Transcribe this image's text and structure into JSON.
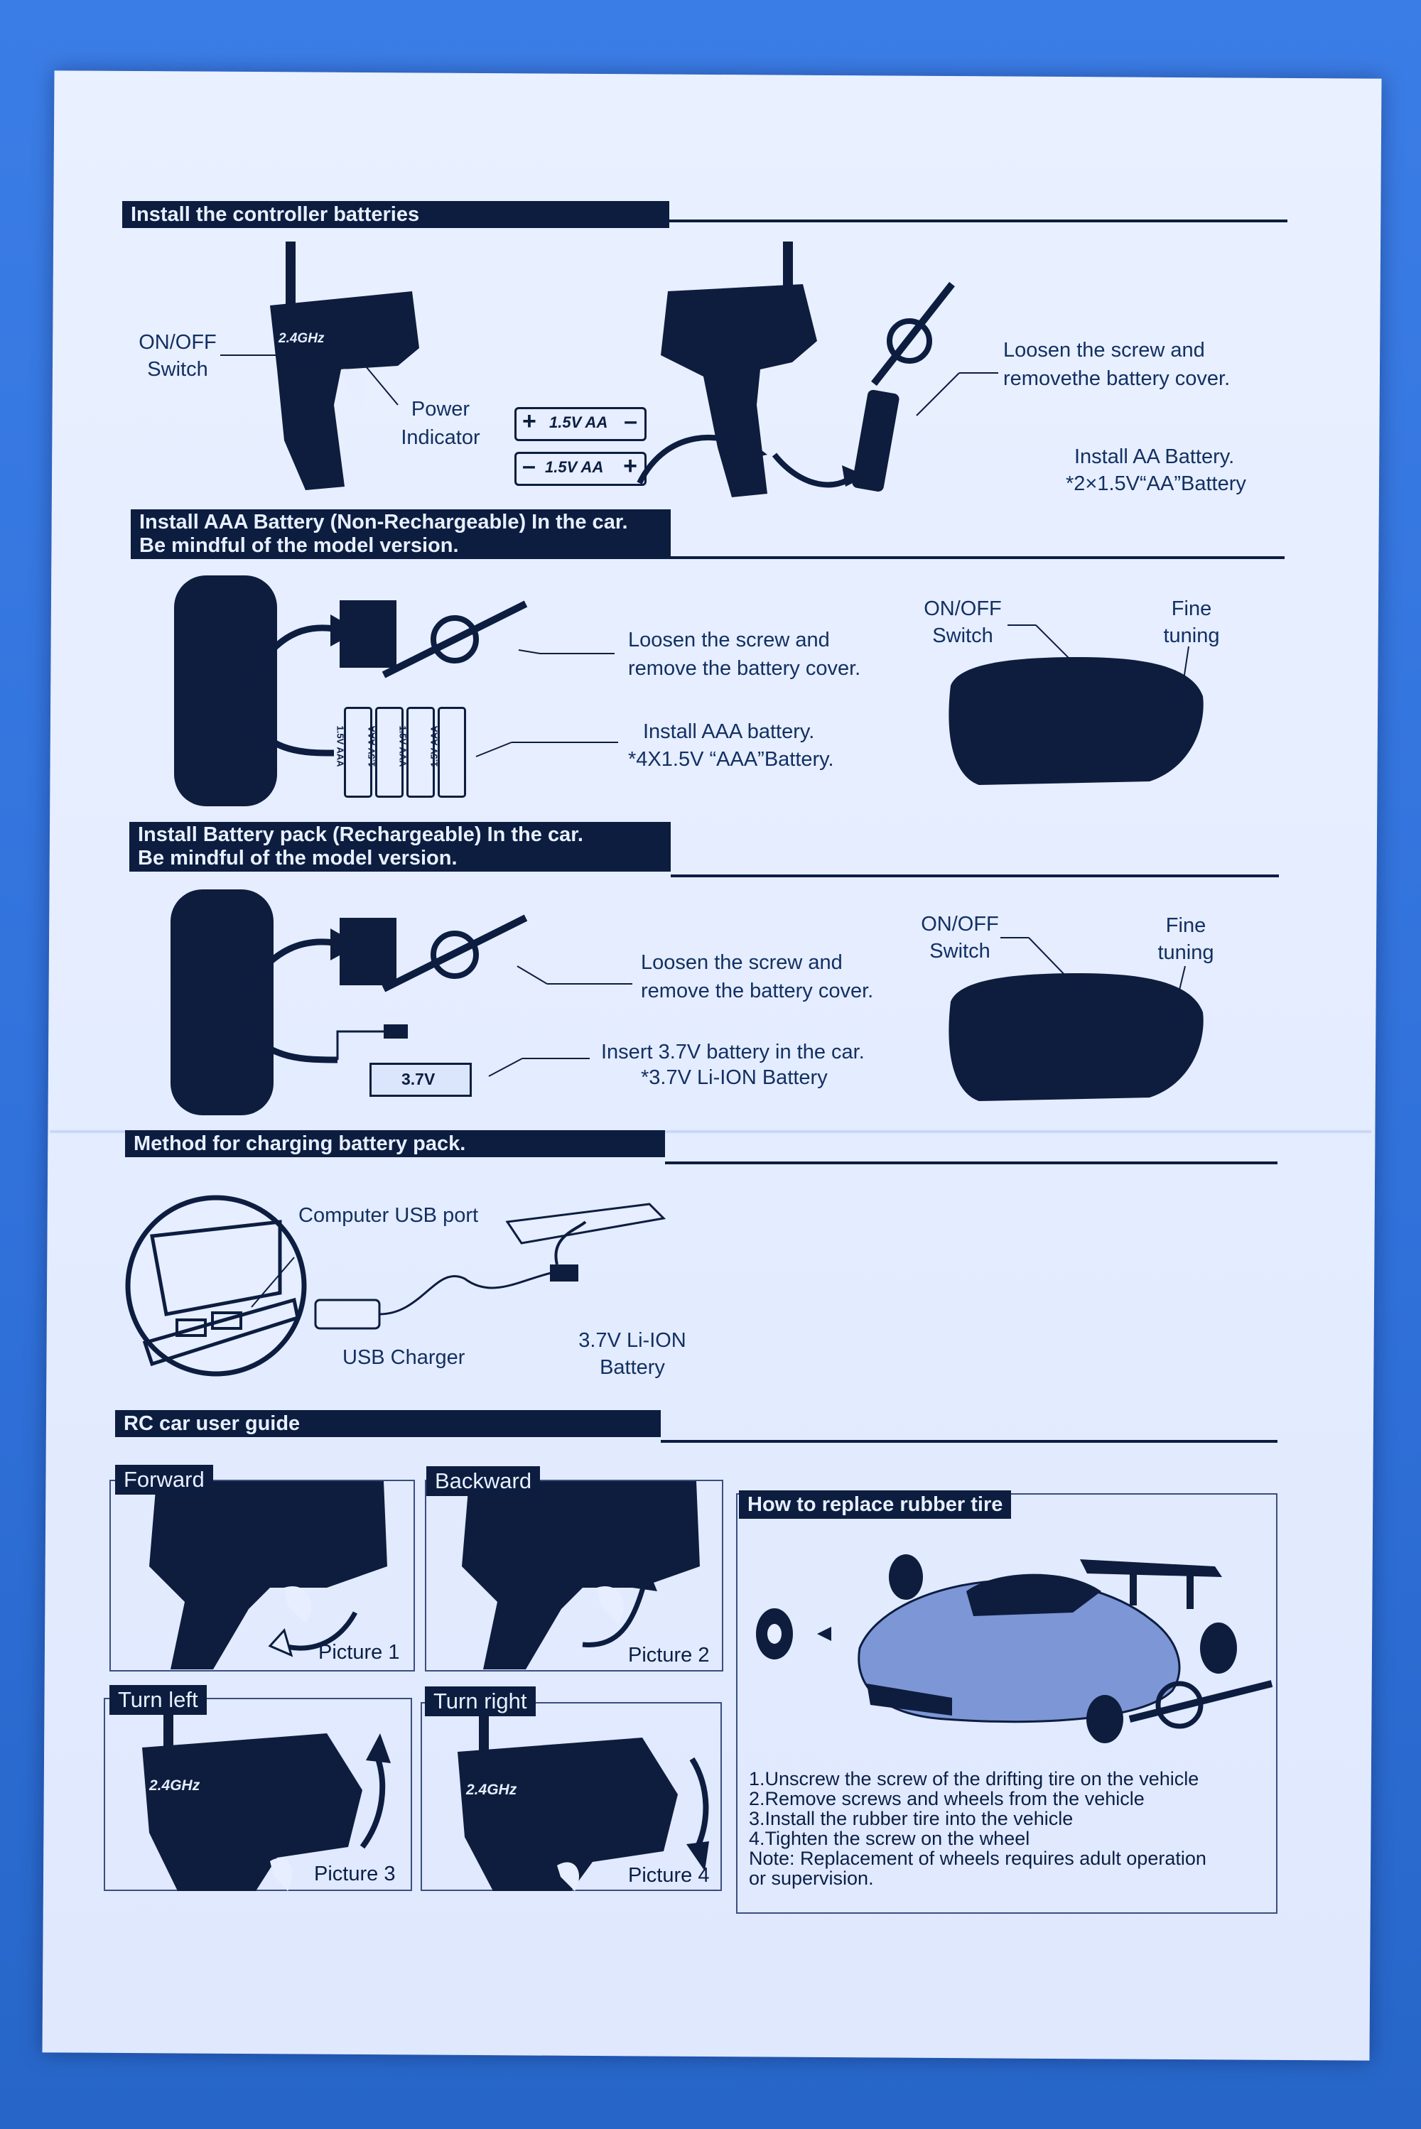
{
  "section1": {
    "header": "Install the controller batteries",
    "onoff": [
      "ON/OFF",
      "Switch"
    ],
    "power": [
      "Power",
      "Indicator"
    ],
    "freq": "2.4GHz",
    "batt_label": "1.5V AA",
    "loosen": [
      "Loosen the screw and",
      "removethe battery cover."
    ],
    "install": [
      "Install AA Battery.",
      "*2×1.5V“AA”Battery"
    ]
  },
  "section2": {
    "header": [
      "Install AAA Battery (Non-Rechargeable) In the car.",
      "Be mindful of the model version."
    ],
    "loosen": [
      "Loosen the screw and",
      "remove the battery cover."
    ],
    "install": [
      "Install AAA battery.",
      "*4X1.5V “AAA”Battery."
    ],
    "cell": "1.5V AAA",
    "onoff": [
      "ON/OFF",
      "Switch"
    ],
    "fine": [
      "Fine",
      "tuning"
    ]
  },
  "section3": {
    "header": [
      "Install Battery pack (Rechargeable) In the car.",
      "Be mindful of the model version."
    ],
    "loosen": [
      "Loosen the screw and",
      "remove the battery cover."
    ],
    "insert": [
      "Insert 3.7V battery in the car.",
      "*3.7V Li-ION Battery"
    ],
    "pack": "3.7V",
    "onoff": [
      "ON/OFF",
      "Switch"
    ],
    "fine": [
      "Fine",
      "tuning"
    ]
  },
  "section4": {
    "header": "Method for charging battery pack.",
    "usb_port": "Computer USB port",
    "usb_charger": "USB Charger",
    "battery": [
      "3.7V Li-ION",
      "Battery"
    ]
  },
  "section5": {
    "header": "RC car user guide",
    "panels": [
      {
        "tag": "Forward",
        "pic": "Picture 1"
      },
      {
        "tag": "Backward",
        "pic": "Picture 2"
      },
      {
        "tag": "Turn left",
        "pic": "Picture 3"
      },
      {
        "tag": "Turn right",
        "pic": "Picture 4"
      }
    ],
    "freq": "2.4GHz",
    "tire": {
      "title": "How to replace rubber tire",
      "steps": [
        "1.Unscrew the screw of the drifting tire on the vehicle",
        "2.Remove screws and wheels from the vehicle",
        "3.Install the rubber tire into the vehicle",
        "4.Tighten the screw on the wheel",
        "Note: Replacement of wheels requires adult operation",
        "or supervision."
      ]
    }
  },
  "colors": {
    "ink": "#0c1d40",
    "paper": "#e6eeff",
    "background": "#2f6fd8"
  }
}
